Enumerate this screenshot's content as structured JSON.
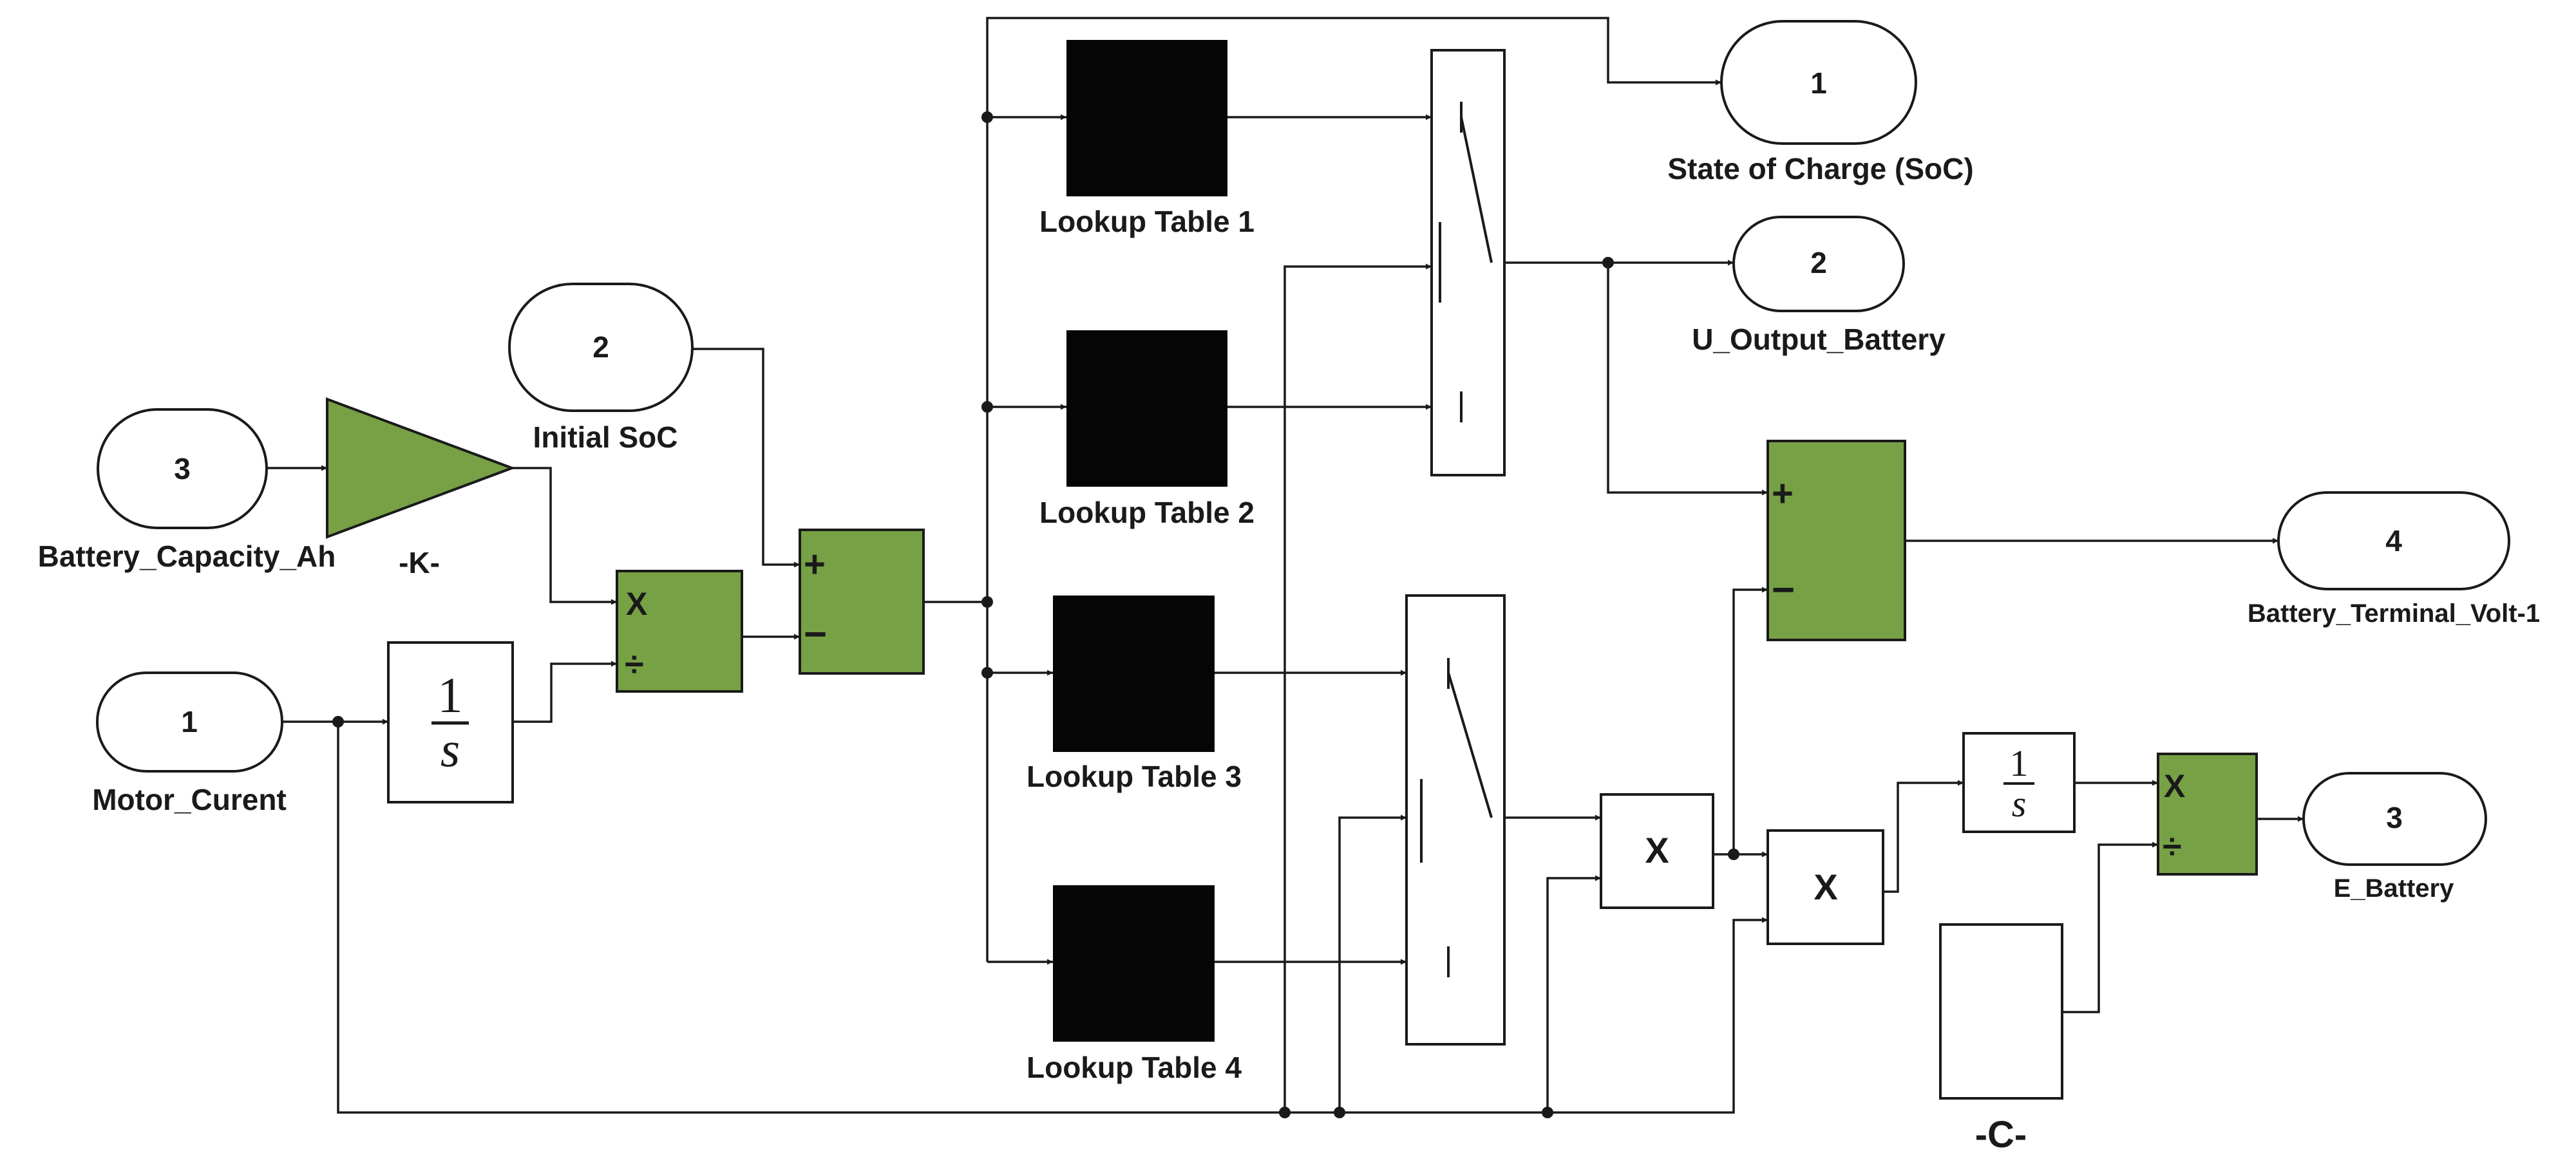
{
  "inports": {
    "motor_current": {
      "num": "1",
      "label": "Motor_Curent"
    },
    "initial_soc": {
      "num": "2",
      "label": "Initial SoC"
    },
    "battery_capacity": {
      "num": "3",
      "label": "Battery_Capacity_Ah"
    }
  },
  "outports": {
    "soc": {
      "num": "1",
      "label": "State of Charge (SoC)"
    },
    "u_output": {
      "num": "2",
      "label": "U_Output_Battery"
    },
    "e_battery": {
      "num": "3",
      "label": "E_Battery"
    },
    "terminal_volt": {
      "num": "4",
      "label": "Battery_Terminal_Volt-1"
    }
  },
  "gain": {
    "label": "-K-"
  },
  "constant": {
    "label": "-C-"
  },
  "lookup_tables": [
    "Lookup Table 1",
    "Lookup Table 2",
    "Lookup Table 3",
    "Lookup Table 4"
  ],
  "integrator": {
    "num": "1",
    "den": "s"
  },
  "signs": {
    "plus": "+",
    "minus": "−",
    "times": "X",
    "divide": "÷",
    "product": "X"
  },
  "colors": {
    "block_green": "#77a145",
    "lookup_fill": "#050505",
    "line": "#1a1a1a"
  }
}
